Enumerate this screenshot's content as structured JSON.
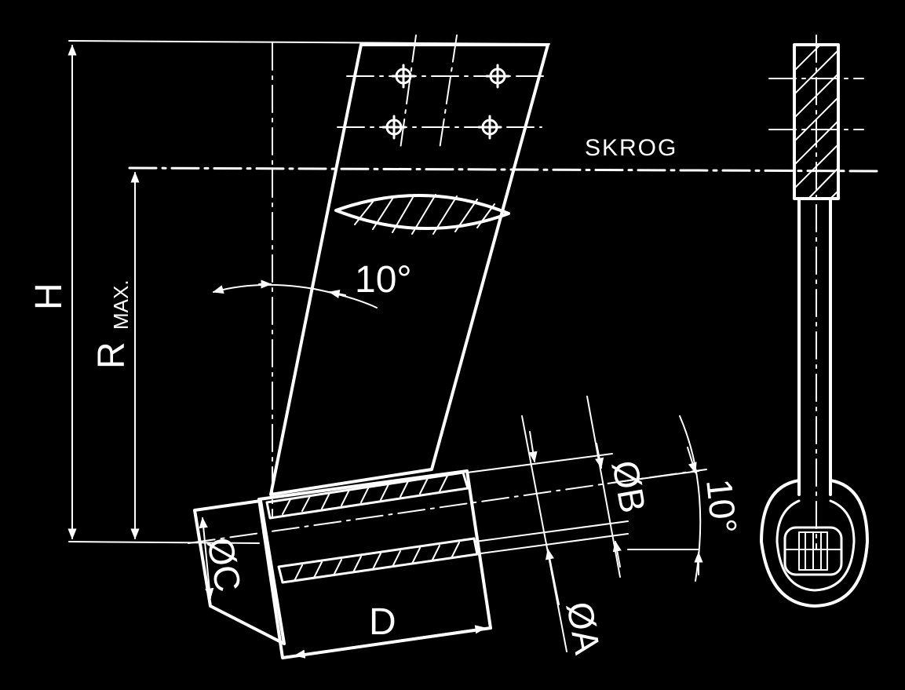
{
  "labels": {
    "skrog": "SKROG",
    "angle_top": "10°",
    "angle_bush": "10°",
    "height": "H",
    "radius_main": "R",
    "radius_sub": "MAX.",
    "dia_b": "ØB",
    "dia_c": "ØC",
    "dia_a": "ØA",
    "length_d": "D"
  },
  "colors": {
    "background": "#000000",
    "lines": "#ffffff"
  }
}
